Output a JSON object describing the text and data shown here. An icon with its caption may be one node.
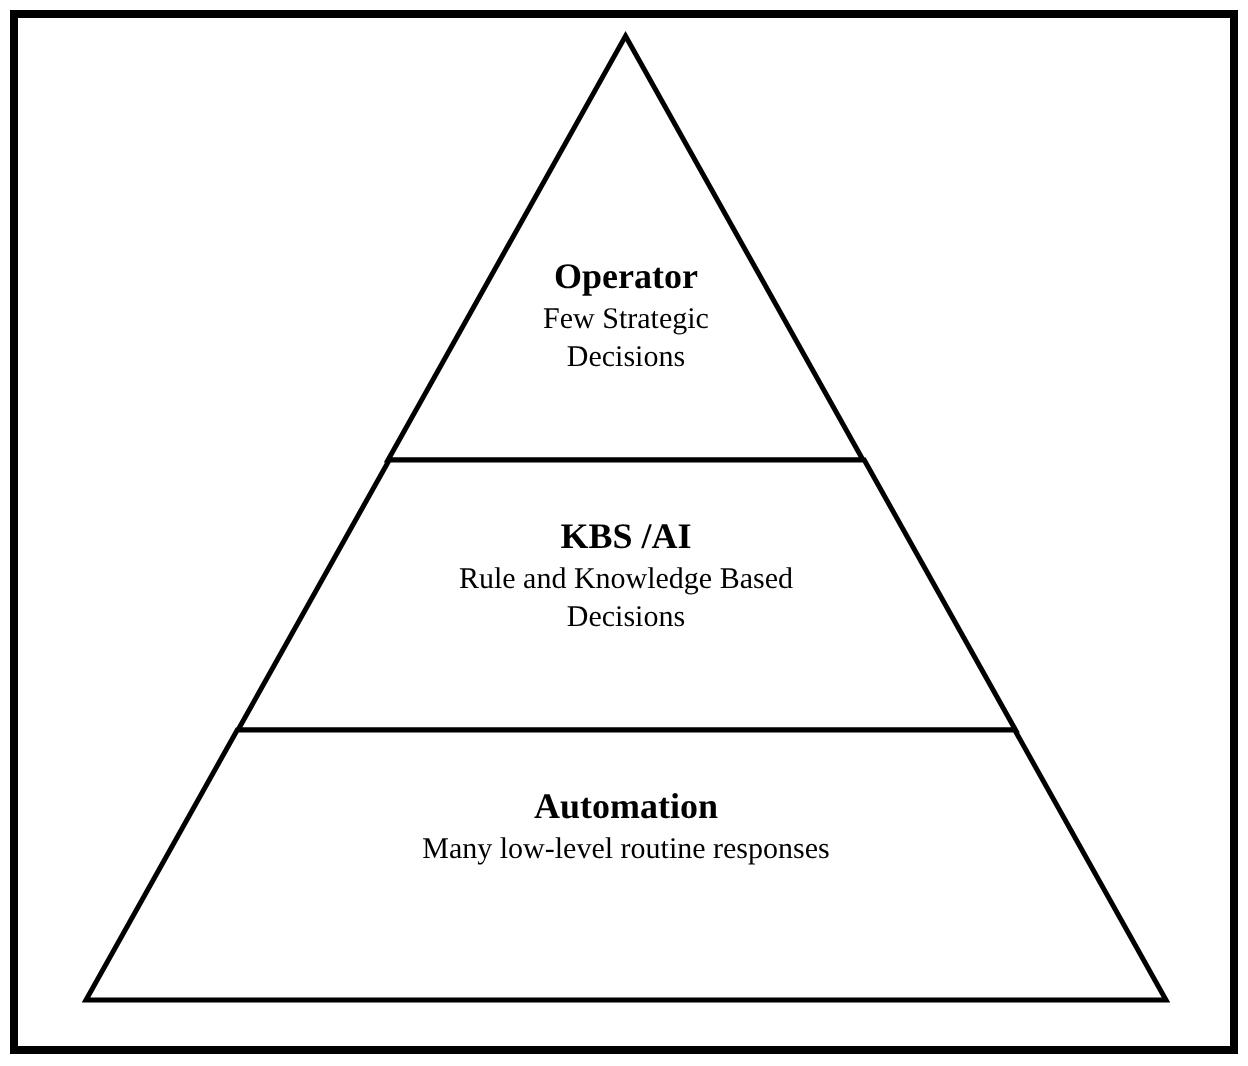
{
  "diagram": {
    "nodes": [
      {
        "text": [
          "Operator",
          "Few Strategic Decisions"
        ]
      },
      {
        "text": [
          "KBS /AI",
          "Rule and Knowledge Based Decisions"
        ]
      },
      {
        "text": [
          "Automation",
          "Many low-level routine responses"
        ]
      }
    ]
  }
}
